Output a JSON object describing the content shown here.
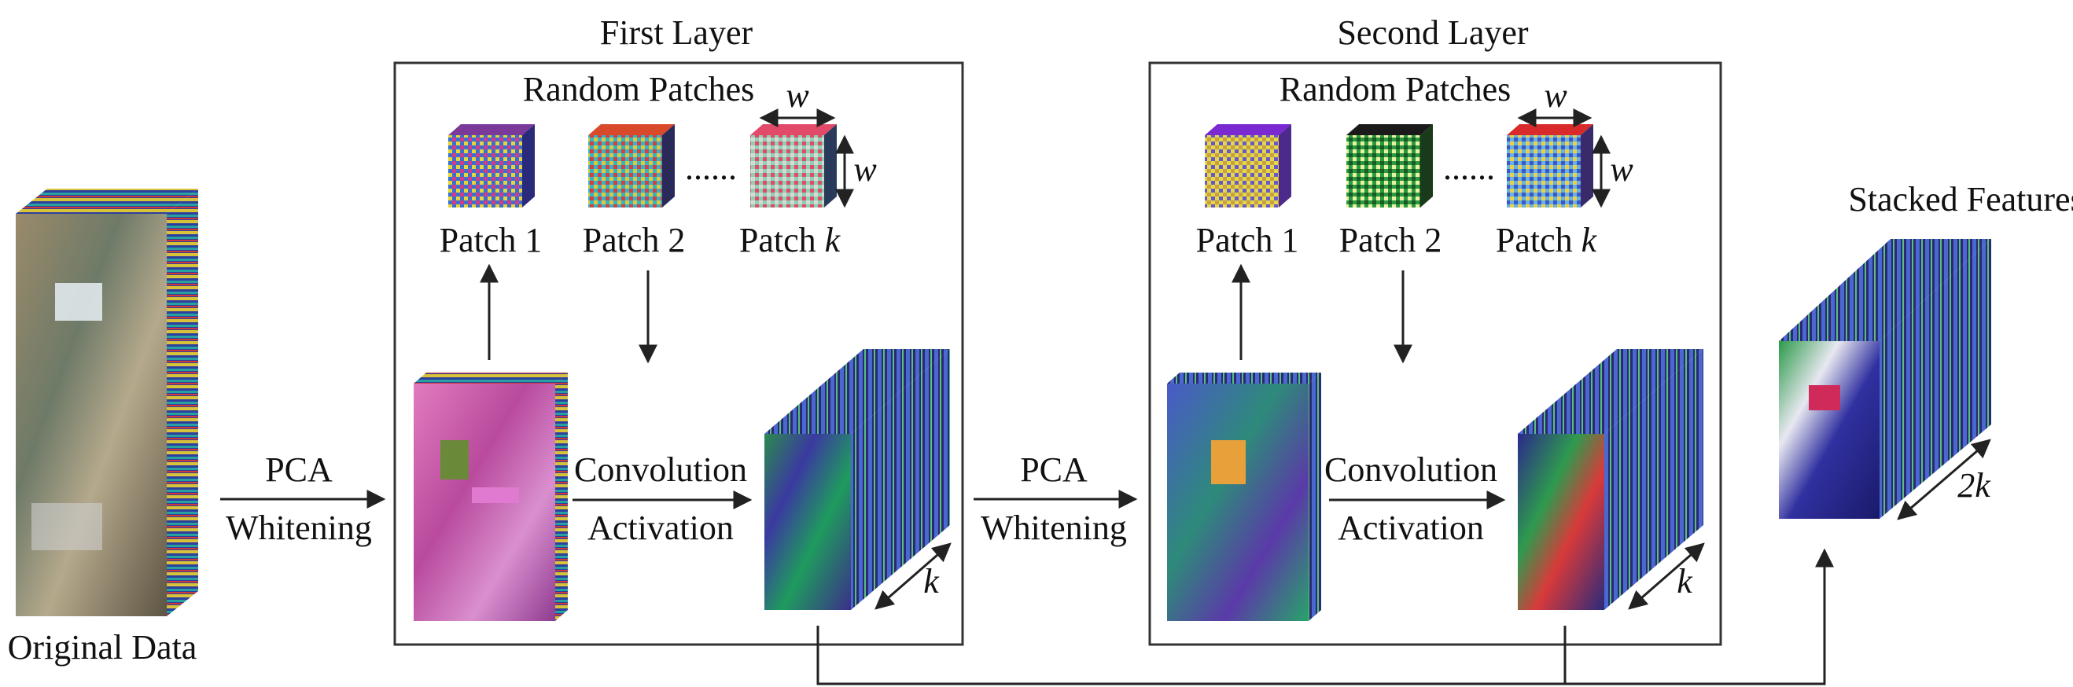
{
  "colors": {
    "line": "#222222",
    "original_front": "#8a7a5a",
    "pca1_front": "#c9549c",
    "conv_front": "#2a7a4a",
    "pca2_front": "#3a56b8",
    "stacked_front": "#3a3aa0"
  },
  "original": {
    "label": "Original Data"
  },
  "layer1": {
    "title": "First Layer",
    "patches_title": "Random Patches",
    "patch_labels": [
      "Patch 1",
      "Patch 2",
      "Patch"
    ],
    "w": "w",
    "k": "k",
    "dots": "......",
    "pca_top": "PCA",
    "pca_bottom": "Whitening",
    "conv_top": "Convolution",
    "conv_bottom": "Activation"
  },
  "layer2": {
    "title": "Second Layer",
    "patches_title": "Random Patches",
    "patch_labels": [
      "Patch 1",
      "Patch 2",
      "Patch"
    ],
    "w": "w",
    "k": "k",
    "dots": "......",
    "pca_top": "PCA",
    "pca_bottom": "Whitening",
    "conv_top": "Convolution",
    "conv_bottom": "Activation"
  },
  "stacked": {
    "title": "Stacked Features",
    "depth": "2k"
  }
}
